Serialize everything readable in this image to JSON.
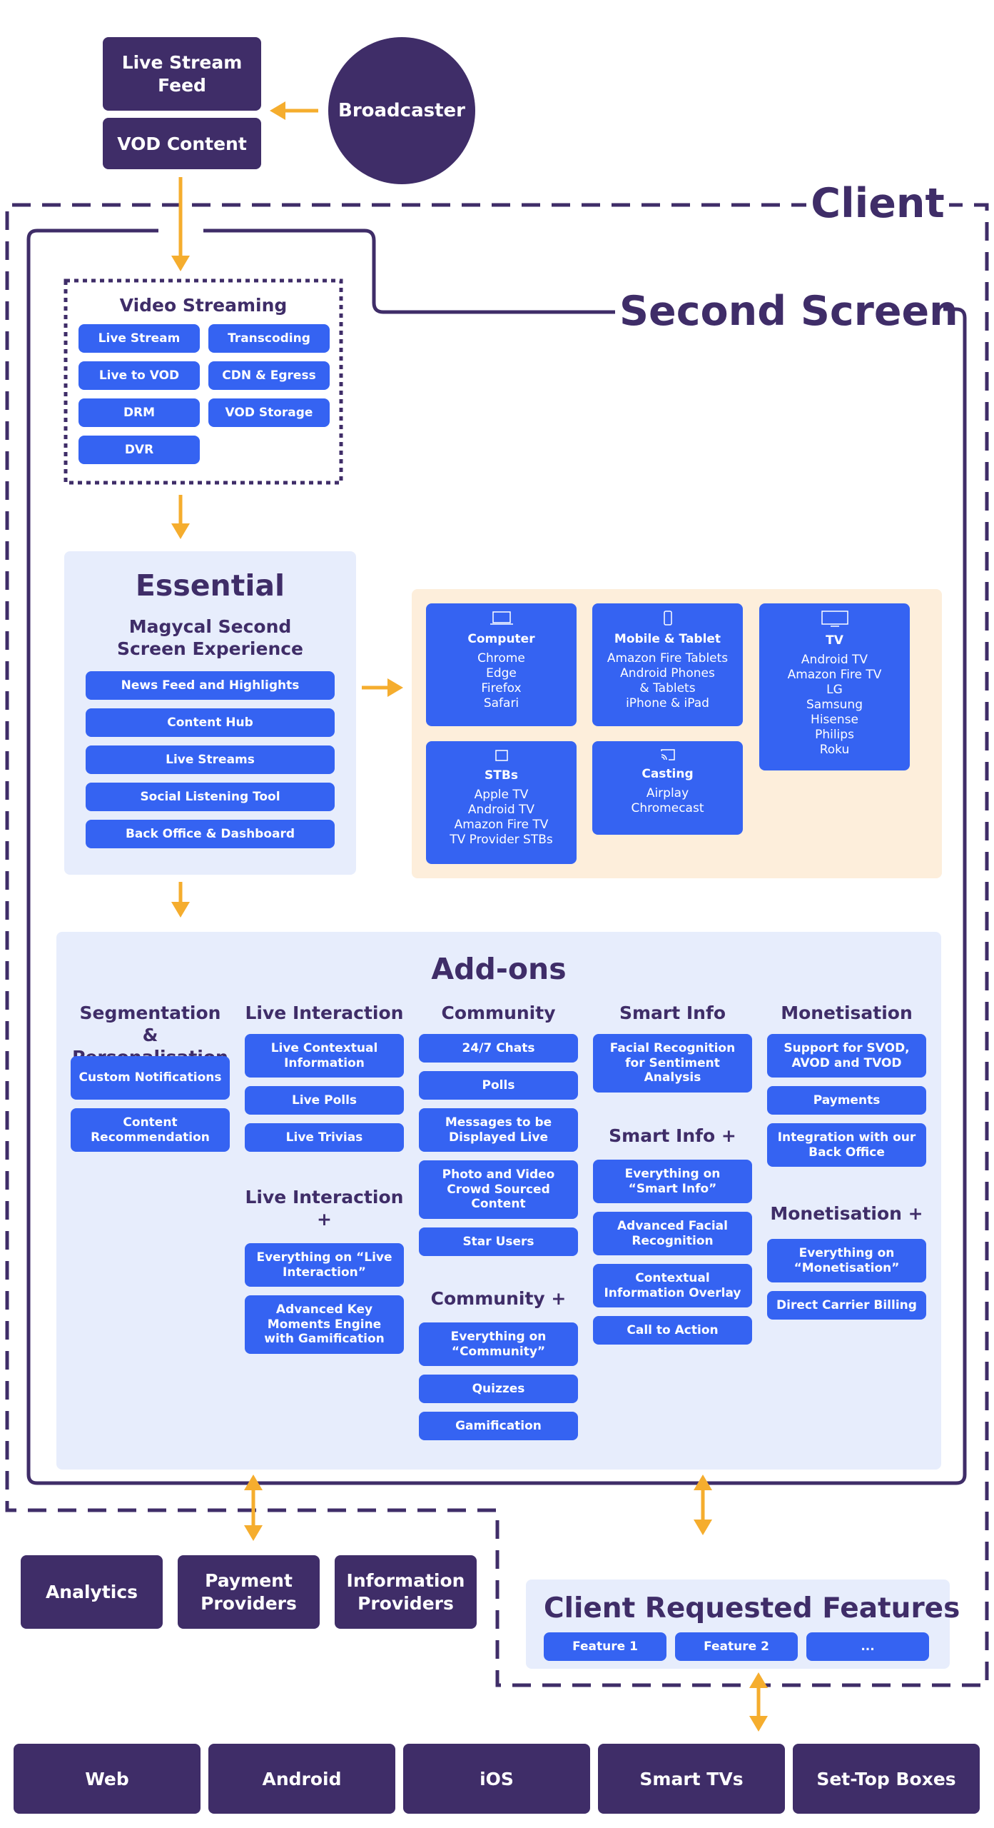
{
  "colors": {
    "dark": "#3f2d68",
    "blue": "#3563f2",
    "orange": "#f5ad2e",
    "lightblue": "#e7edfc",
    "cream": "#fdeedb"
  },
  "top": {
    "live_feed": "Live Stream Feed",
    "vod": "VOD Content",
    "broadcaster": "Broadcaster"
  },
  "labels": {
    "client": "Client",
    "second_screen": "Second Screen"
  },
  "video_streaming": {
    "title": "Video Streaming",
    "items": [
      "Live Stream",
      "Transcoding",
      "Live to VOD",
      "CDN & Egress",
      "DRM",
      "VOD Storage",
      "DVR"
    ]
  },
  "essential": {
    "title": "Essential",
    "subtitle": "Magycal Second Screen Experience",
    "items": [
      "News Feed and Highlights",
      "Content Hub",
      "Live Streams",
      "Social Listening Tool",
      "Back Office & Dashboard"
    ]
  },
  "devices": [
    {
      "title": "Computer",
      "icon": "laptop-icon",
      "lines": [
        "Chrome",
        "Edge",
        "Firefox",
        "Safari"
      ]
    },
    {
      "title": "Mobile & Tablet",
      "icon": "phone-icon",
      "lines": [
        "Amazon Fire Tablets",
        "Android Phones",
        "& Tablets",
        "iPhone & iPad"
      ]
    },
    {
      "title": "TV",
      "icon": "tv-icon",
      "lines": [
        "Android TV",
        "Amazon Fire TV",
        "LG",
        "Samsung",
        "Hisense",
        "Philips",
        "Roku"
      ]
    },
    {
      "title": "STBs",
      "icon": "settop-icon",
      "lines": [
        "Apple TV",
        "Android TV",
        "Amazon Fire TV",
        "TV Provider STBs"
      ]
    },
    {
      "title": "Casting",
      "icon": "cast-icon",
      "lines": [
        "Airplay",
        "Chromecast"
      ]
    }
  ],
  "addons": {
    "title": "Add-ons",
    "segmentation": {
      "title": "Segmentation & Personalisation",
      "items": [
        "Custom Notifications",
        "Content Recommendation"
      ]
    },
    "live_interaction": {
      "title": "Live Interaction",
      "items": [
        "Live Contextual Information",
        "Live Polls",
        "Live Trivias"
      ]
    },
    "live_interaction_plus": {
      "title": "Live Interaction +",
      "items": [
        "Everything on “Live Interaction”",
        "Advanced Key Moments Engine with Gamification"
      ]
    },
    "community": {
      "title": "Community",
      "items": [
        "24/7 Chats",
        "Polls",
        "Messages to be Displayed Live",
        "Photo and Video Crowd Sourced Content",
        "Star Users"
      ]
    },
    "community_plus": {
      "title": "Community +",
      "items": [
        "Everything on “Community”",
        "Quizzes",
        "Gamification"
      ]
    },
    "smart_info": {
      "title": "Smart Info",
      "items": [
        "Facial Recognition for Sentiment Analysis"
      ]
    },
    "smart_info_plus": {
      "title": "Smart Info +",
      "items": [
        "Everything on “Smart Info”",
        "Advanced Facial Recognition",
        "Contextual Information Overlay",
        "Call to Action"
      ]
    },
    "monetisation": {
      "title": "Monetisation",
      "items": [
        "Support for SVOD, AVOD and TVOD",
        "Payments",
        "Integration with our Back Office"
      ]
    },
    "monetisation_plus": {
      "title": "Monetisation +",
      "items": [
        "Everything on “Monetisation”",
        "Direct Carrier Billing"
      ]
    }
  },
  "providers": [
    "Analytics",
    "Payment Providers",
    "Information Providers"
  ],
  "client_requested": {
    "title": "Client Requested Features",
    "items": [
      "Feature 1",
      "Feature 2",
      "..."
    ]
  },
  "platforms": [
    "Web",
    "Android",
    "iOS",
    "Smart TVs",
    "Set-Top Boxes"
  ]
}
